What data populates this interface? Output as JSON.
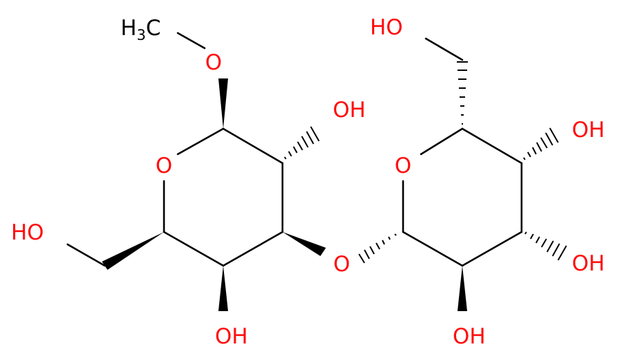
{
  "atoms": {
    "methyl_h": "H",
    "methyl_sub": "3",
    "methyl_c": "C",
    "o_methoxy": "O",
    "o_ring_left": "O",
    "oh_left_c2": "OH",
    "ho_left_c6": "HO",
    "oh_left_c4": "OH",
    "o_glycosidic": "O",
    "o_ring_right": "O",
    "ho_right_c6": "HO",
    "oh_right_c4": "OH",
    "oh_right_c3": "OH",
    "oh_right_c2": "OH"
  },
  "colors": {
    "oxygen": "#ff0d0d",
    "carbon_bond": "#000000",
    "background": "#ffffff"
  }
}
